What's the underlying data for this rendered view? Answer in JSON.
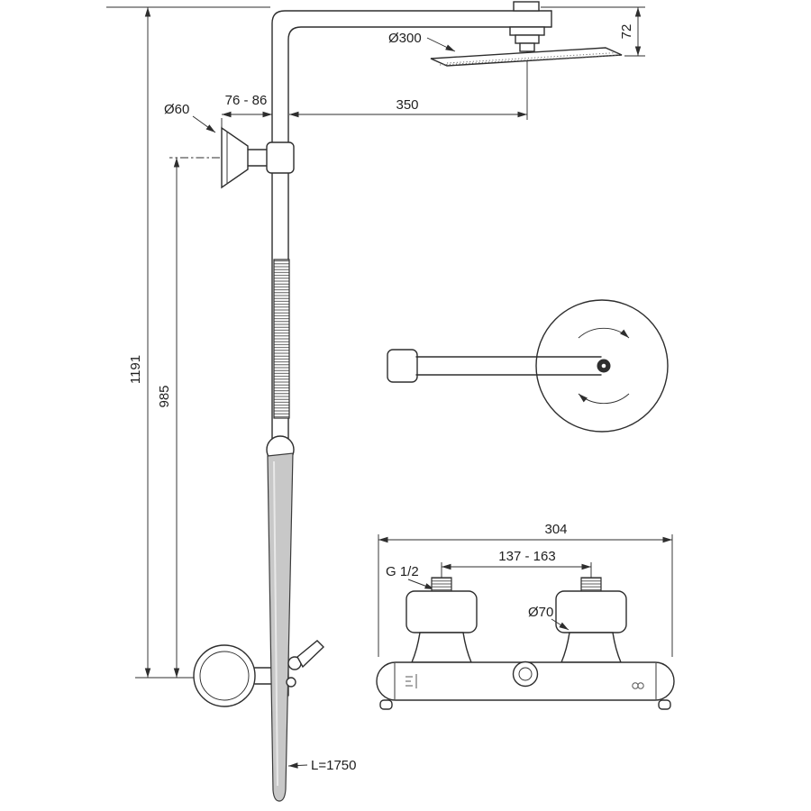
{
  "colors": {
    "line": "#2e2e2e",
    "wand_fill": "#c8c8c8",
    "background": "#ffffff"
  },
  "labels": {
    "overall_height": "1191",
    "riser_height": "985",
    "bracket_diameter": "Ø60",
    "wall_distance": "76 - 86",
    "arm_projection": "350",
    "head_diameter": "Ø300",
    "head_drop": "72",
    "hose_length": "L=1750",
    "mixer_width": "304",
    "inlet_spacing": "137 - 163",
    "inlet_thread": "G 1/2",
    "handle_diameter": "Ø70"
  }
}
